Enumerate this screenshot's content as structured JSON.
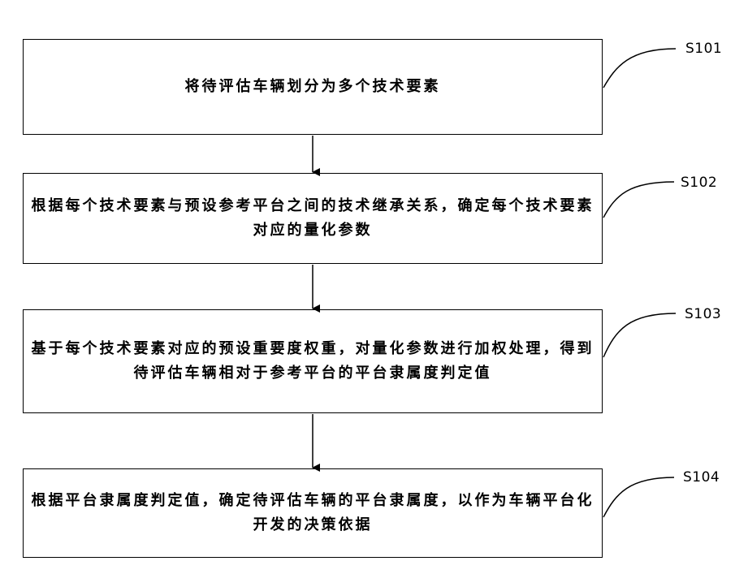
{
  "steps": [
    {
      "id": "S101",
      "text": "将待评估车辆划分为多个技术要素"
    },
    {
      "id": "S102",
      "text": "根据每个技术要素与预设参考平台之间的技术继承关系，确定每个技术要素对应的量化参数"
    },
    {
      "id": "S103",
      "text": "基于每个技术要素对应的预设重要度权重，对量化参数进行加权处理，得到待评估车辆相对于参考平台的平台隶属度判定值"
    },
    {
      "id": "S104",
      "text": "根据平台隶属度判定值，确定待评估车辆的平台隶属度，以作为车辆平台化开发的决策依据"
    }
  ]
}
